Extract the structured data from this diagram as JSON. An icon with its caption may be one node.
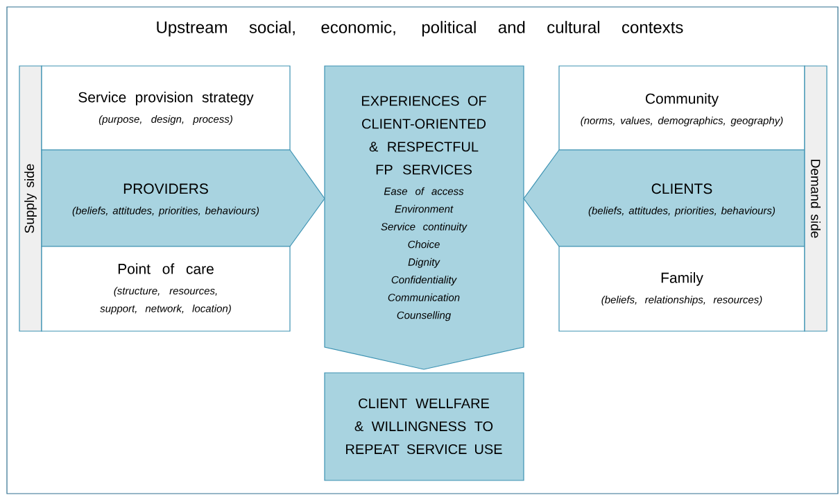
{
  "diagram": {
    "nodes": [
      {
        "text": [
          "Upstream social, economic, political and cultural contexts"
        ]
      },
      {
        "text": [
          "Supply side"
        ],
        "in": 0
      },
      {
        "text": [
          "Service provision strategy",
          "(purpose, design, process)"
        ],
        "in": 0
      },
      {
        "text": [
          "PROVIDERS",
          "(beliefs, attitudes, priorities, behaviours)"
        ],
        "in": 0
      },
      {
        "text": [
          "Point of care",
          "(structure, resources, support, network, location)"
        ],
        "in": 0
      },
      {
        "text": [
          "EXPERIENCES OF CLIENT-ORIENTED & RESPECTFUL FP SERVICES",
          "Ease of access",
          "Environment",
          "Service continuity",
          "Choice",
          "Dignity",
          "Confidentiality",
          "Communication",
          "Counselling"
        ],
        "in": 0
      },
      {
        "text": [
          "CLIENT WELLFARE & WILLINGNESS TO REPEAT SERVICE USE"
        ],
        "in": 0
      },
      {
        "text": [
          "Community",
          "(norms, values, demographics, geography)"
        ],
        "in": 0
      },
      {
        "text": [
          "CLIENTS",
          "(beliefs, attitudes, priorities, behaviours)"
        ],
        "in": 0
      },
      {
        "text": [
          "Family",
          "(beliefs, relationships, resources)"
        ],
        "in": 0
      },
      {
        "text": [
          "Demand side"
        ],
        "in": 0
      }
    ]
  }
}
